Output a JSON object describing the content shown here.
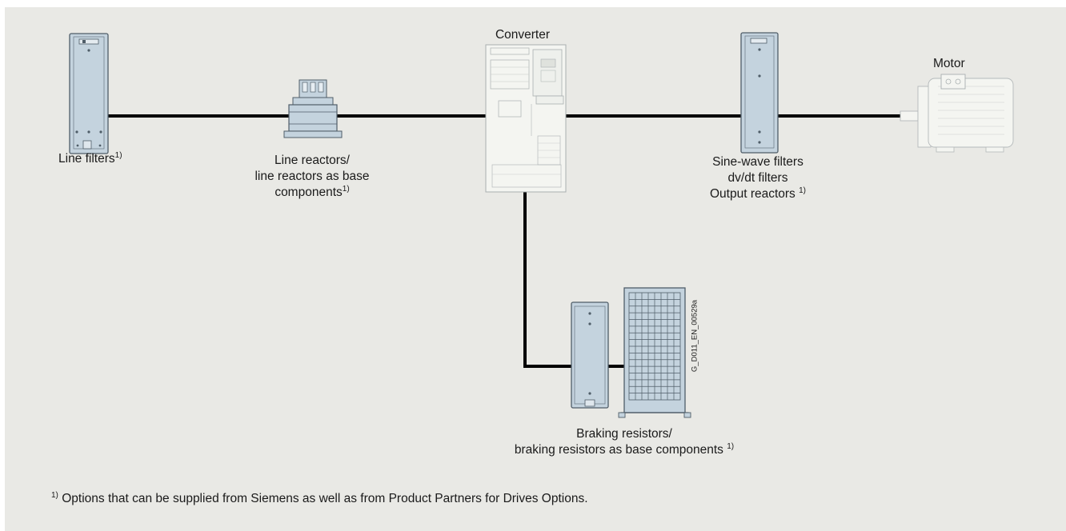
{
  "labels": {
    "line_filters": "Line filters",
    "line_reactors_1": "Line reactors/",
    "line_reactors_2": "line reactors as base",
    "line_reactors_3": "components",
    "converter": "Converter",
    "sine_wave_1": "Sine-wave filters",
    "sine_wave_2": "dv/dt filters",
    "sine_wave_3": "Output reactors",
    "motor": "Motor",
    "braking_1": "Braking resistors/",
    "braking_2": "braking resistors as base components",
    "footnote_mark": "1)",
    "footnote_text": "Options that can be supplied from Siemens as well as from Product Partners for Drives Options.",
    "drawing_id": "G_D011_EN_00529a"
  },
  "colors": {
    "background": "#e9e9e5",
    "component_fill": "#c4d3de",
    "component_stroke": "#4f5d68",
    "wire": "#000000",
    "light_device": "#f4f5f1"
  }
}
